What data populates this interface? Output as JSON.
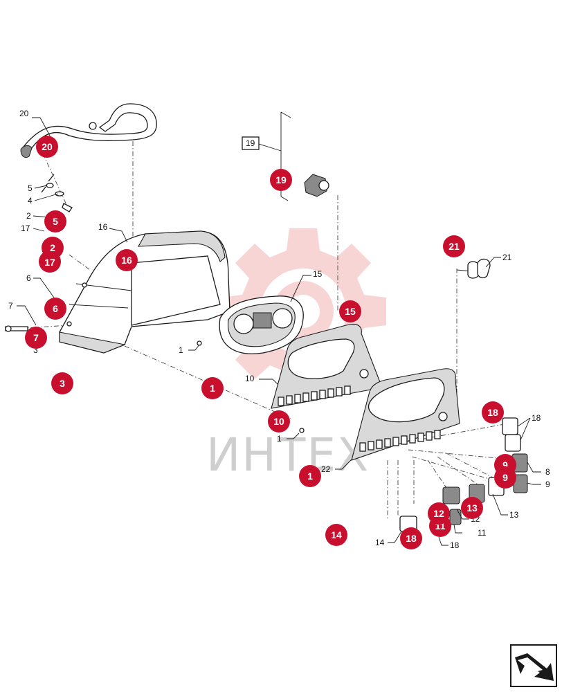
{
  "watermark": {
    "text": "ИНТЕХ"
  },
  "colors": {
    "marker": "#c8102e",
    "watermark_gear": "#f3b3b3",
    "line": "#1a1a1a"
  },
  "labels": {
    "l20": "20",
    "l5": "5",
    "l4": "4",
    "l2": "2",
    "l17": "17",
    "l16": "16",
    "l6": "6",
    "l7": "7",
    "l3": "3",
    "l1a": "1",
    "l1b": "1",
    "l15": "15",
    "l10": "10",
    "l19": "19",
    "l21": "21",
    "l18a": "18",
    "l8": "8",
    "l9": "9",
    "l13": "13",
    "l12": "12",
    "l11": "11",
    "l18b": "18",
    "l14": "14",
    "l22": "22"
  },
  "markers": {
    "m20": "20",
    "m5": "5",
    "m2": "2",
    "m17": "17",
    "m16": "16",
    "m6": "6",
    "m7": "7",
    "m3": "3",
    "m1a": "1",
    "m10": "10",
    "m1b": "1",
    "m19": "19",
    "m15": "15",
    "m21": "21",
    "m18a": "18",
    "m9a": "9",
    "m9b": "9",
    "m13": "13",
    "m12": "12",
    "m11": "11",
    "m18b": "18",
    "m14": "14"
  },
  "nav": {
    "icon": "next-page-arrow-icon"
  }
}
